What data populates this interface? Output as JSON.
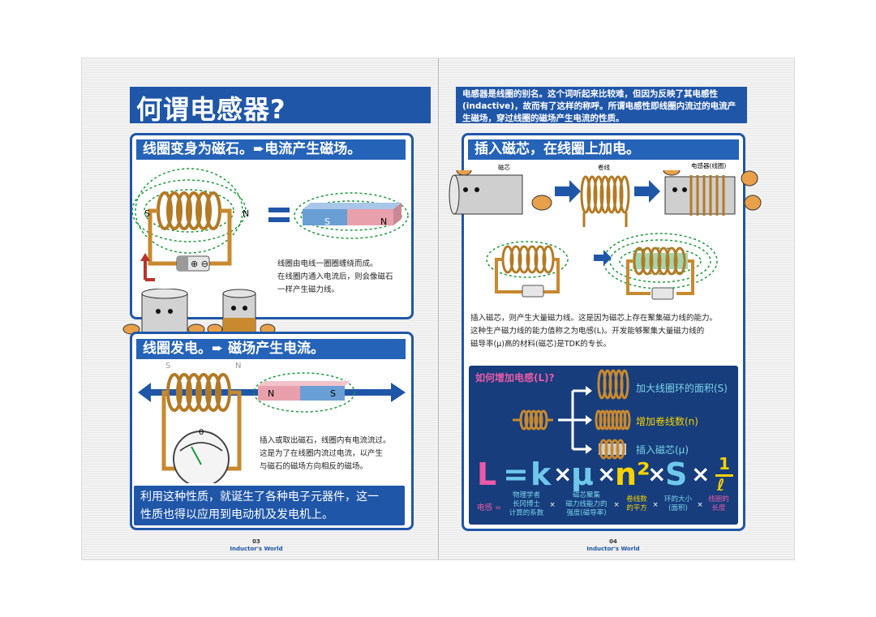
{
  "left_page": {
    "title": "何谓电感器?",
    "section1": {
      "header": "线圈变身为磁石。➨电流产生磁场。",
      "pole_s": "S",
      "pole_n": "N",
      "magnet_s": "S",
      "magnet_n": "N",
      "text_line1": "线圈由电线一圈圈缠绕而成。",
      "text_line2": "在线圈内通入电流后，则会像磁石",
      "text_line3": "一样产生磁力线。"
    },
    "section2": {
      "header": "线圈发电。➨ 磁场产生电流。",
      "pole_s": "S",
      "pole_n": "N",
      "magnet_n": "N",
      "magnet_s": "S",
      "meter_zero": "0",
      "text_line1": "插入或取出磁石，线圈内有电流流过。",
      "text_line2": "这是为了在线圈内流过电流，以产生",
      "text_line3": "与磁石的磁场方向相反的磁场。"
    },
    "summary_line1": "利用这种性质，就诞生了各种电子元器件，这一",
    "summary_line2": "性质也得以应用到电动机及发电机上。",
    "page_number": "03",
    "footer_name": "Inductor's World"
  },
  "right_page": {
    "intro_line1": "电感器是线圈的别名。这个词听起来比较难，但因为反映了其电感性",
    "intro_line2": "(indactive)，故而有了这样的称呼。所谓电感性即线圈内流过的电流产",
    "intro_line3": "生磁场，穿过线圈的磁场产生电流的性质。",
    "section3": {
      "header": "插入磁芯，在线圈上加电。",
      "label_core": "磁芯",
      "label_coil": "卷线",
      "label_inductor": "电感器(线圈)",
      "text_line1": "插入磁芯，则产生大量磁力线。这是因为磁芯上存在聚集磁力线的能力。",
      "text_line2": "这种生产磁力线的能力值称之为电感(L)。开发能够聚集大量磁力线的",
      "text_line3": "磁导率(μ)高的材料(磁芯)是TDK的专长。"
    },
    "how_title": "如何增加电感(L)?",
    "options": [
      "加大线圈环的面积(S)",
      "增加卷线数(n)",
      "插入磁芯(μ)"
    ],
    "formula": {
      "L": "L",
      "eq": "=",
      "k": "k",
      "x1": "×",
      "mu": "μ",
      "x2": "×",
      "n2": "n²",
      "x3": "×",
      "S": "S",
      "x4": "×",
      "one": "1",
      "ell": "ℓ"
    },
    "legend": {
      "inductance": "电感 =",
      "k_line1": "物理学者",
      "k_line2": "长冈博士",
      "k_line3": "计算的系数",
      "mu_line1": "磁芯聚集",
      "mu_line2": "磁力线能力的",
      "mu_line3": "强度(磁导率)",
      "n_line1": "卷线数",
      "n_line2": "的平方",
      "s_line1": "环的大小",
      "s_line2": "(面积)",
      "l_line1": "线圈的",
      "l_line2": "长度",
      "times": "×"
    },
    "page_number": "04",
    "footer_name": "Inductor's World"
  },
  "colors": {
    "brand_blue": "#1f56a8",
    "dark_blue": "#173d7c",
    "coil_copper": "#c8892f",
    "core_gray": "#cfcfcf",
    "formula_pink": "#e85aa8",
    "formula_cyan": "#6fc8ea",
    "formula_yellow": "#f6d200",
    "formula_purple": "#c46fd0",
    "legend_teal": "#7ad3ea",
    "legend_yellow": "#f6d200"
  }
}
